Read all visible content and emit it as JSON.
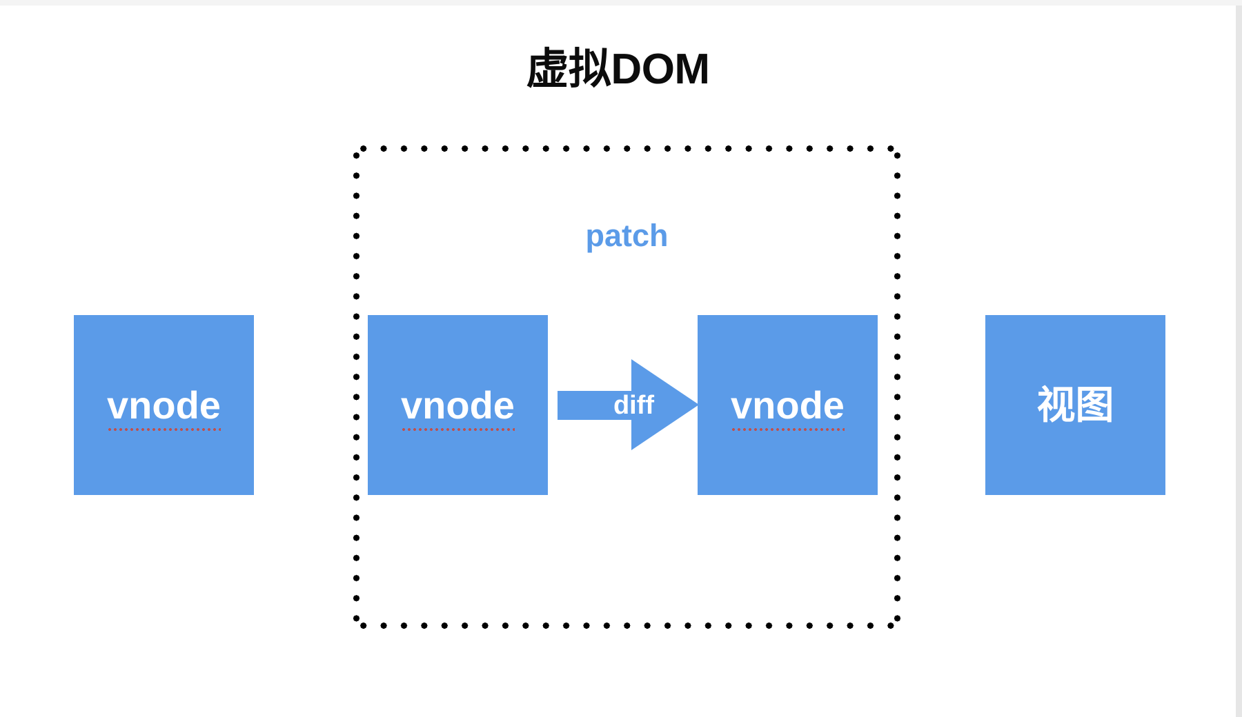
{
  "page": {
    "title": "虚拟DOM",
    "background_color": "#ffffff",
    "accent_color": "#5b9be8",
    "title_color": "#0c0c0c",
    "spellcheck_underline_color": "#c0504d"
  },
  "diagram": {
    "type": "flow",
    "title": "虚拟DOM",
    "patch_group": {
      "label": "patch",
      "label_color": "#5b9be8",
      "border_style": "dotted",
      "border_color": "#000000"
    },
    "nodes": [
      {
        "id": "vnode-source",
        "label": "vnode",
        "fill": "#5b9be8",
        "text_color": "#ffffff",
        "spellcheck_underline": true
      },
      {
        "id": "vnode-old",
        "label": "vnode",
        "fill": "#5b9be8",
        "text_color": "#ffffff",
        "spellcheck_underline": true
      },
      {
        "id": "vnode-new",
        "label": "vnode",
        "fill": "#5b9be8",
        "text_color": "#ffffff",
        "spellcheck_underline": true
      },
      {
        "id": "view",
        "label": "视图",
        "fill": "#5b9be8",
        "text_color": "#ffffff",
        "spellcheck_underline": false
      }
    ],
    "connectors": [
      {
        "id": "diff-arrow",
        "label": "diff",
        "from": "vnode-old",
        "to": "vnode-new",
        "shape": "block-arrow",
        "color": "#5b9be8",
        "label_color": "#ffffff"
      }
    ]
  }
}
